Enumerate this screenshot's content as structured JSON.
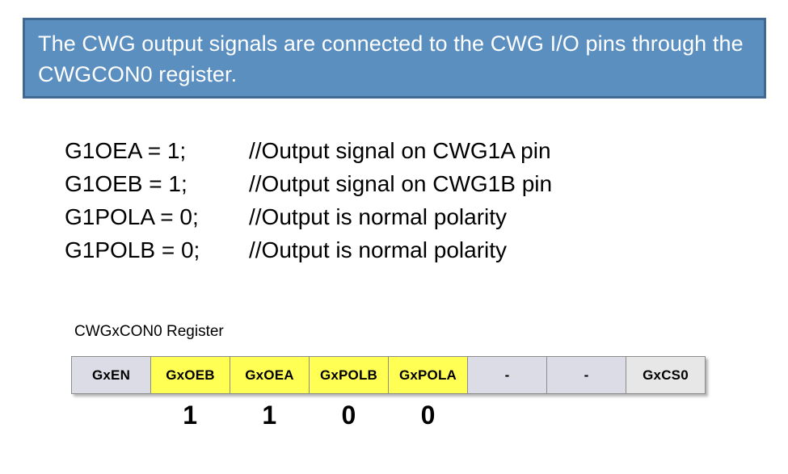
{
  "banner": {
    "text": "The CWG output signals are connected to the CWG I/O pins through the CWGCON0 register.",
    "bg_color": "#5b8fc0",
    "border_color": "#41698f",
    "text_color": "#ffffff"
  },
  "code": {
    "lines": [
      {
        "statement": "G1OEA = 1;",
        "comment": "//Output signal on CWG1A pin"
      },
      {
        "statement": "G1OEB = 1;",
        "comment": "//Output signal on CWG1B pin"
      },
      {
        "statement": "G1POLA = 0;",
        "comment": "//Output is normal polarity"
      },
      {
        "statement": "G1POLB = 0;",
        "comment": "//Output is normal polarity"
      }
    ]
  },
  "register": {
    "caption": "CWGxCON0 Register",
    "highlight_color": "#ffff54",
    "default_color": "#dcdce6",
    "alt_color": "#e7e7e7",
    "cells": [
      {
        "label": "GxEN",
        "style": "gray",
        "value": ""
      },
      {
        "label": "GxOEB",
        "style": "yellow",
        "value": "1"
      },
      {
        "label": "GxOEA",
        "style": "yellow",
        "value": "1"
      },
      {
        "label": "GxPOLB",
        "style": "yellow",
        "value": "0"
      },
      {
        "label": "GxPOLA",
        "style": "yellow",
        "value": "0"
      },
      {
        "label": "-",
        "style": "gray",
        "value": ""
      },
      {
        "label": "-",
        "style": "gray",
        "value": ""
      },
      {
        "label": "GxCS0",
        "style": "lightgray",
        "value": ""
      }
    ]
  }
}
